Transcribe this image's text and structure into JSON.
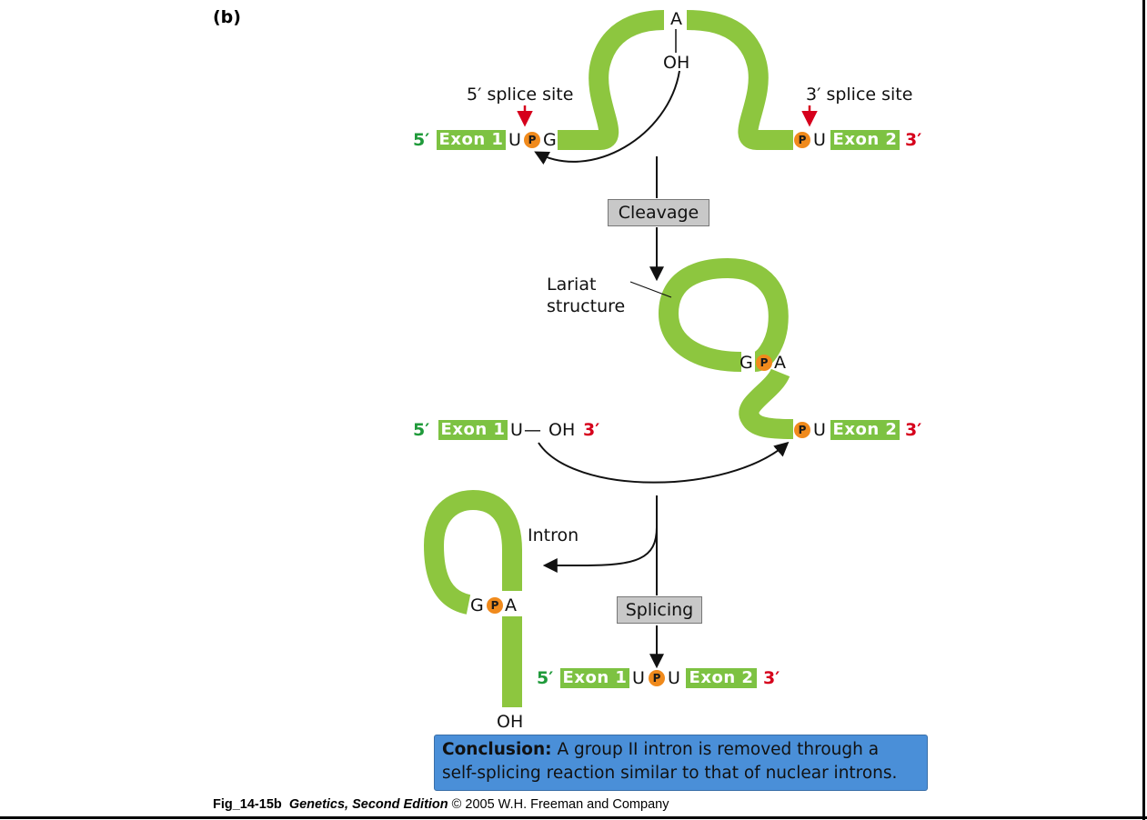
{
  "panel_label": "(b)",
  "labels": {
    "five_splice": "5′ splice site",
    "three_splice": "3′ splice site",
    "cleavage": "Cleavage",
    "lariat_line1": "Lariat",
    "lariat_line2": "structure",
    "intron": "Intron",
    "splicing": "Splicing",
    "a_top": "A",
    "oh_top": "OH",
    "oh_bottom": "OH",
    "oh_mid": "OH"
  },
  "primes": {
    "five": "5′",
    "three": "3′"
  },
  "exons": {
    "exon1": "Exon 1",
    "exon2": "Exon 2"
  },
  "nucleotides": {
    "U": "U",
    "G": "G",
    "A": "A",
    "P": "P",
    "dash": "—"
  },
  "conclusion": {
    "bold": "Conclusion:",
    "line1": " A group II intron is removed through a",
    "line2": "self-splicing reaction similar to that of nuclear introns."
  },
  "caption": {
    "fig": "Fig_14-15b",
    "title": "Genetics, Second Edition",
    "rest": " © 2005 W.H. Freeman and Company"
  },
  "colors": {
    "rna_green": "#8dc63f",
    "exon_green": "#7dc242",
    "phosphate": "#f08a1c",
    "red": "#d6001c",
    "prime_green": "#1f9a3a",
    "conclusion_blue": "#4a8fd8",
    "box_gray": "#c8c8c8"
  }
}
